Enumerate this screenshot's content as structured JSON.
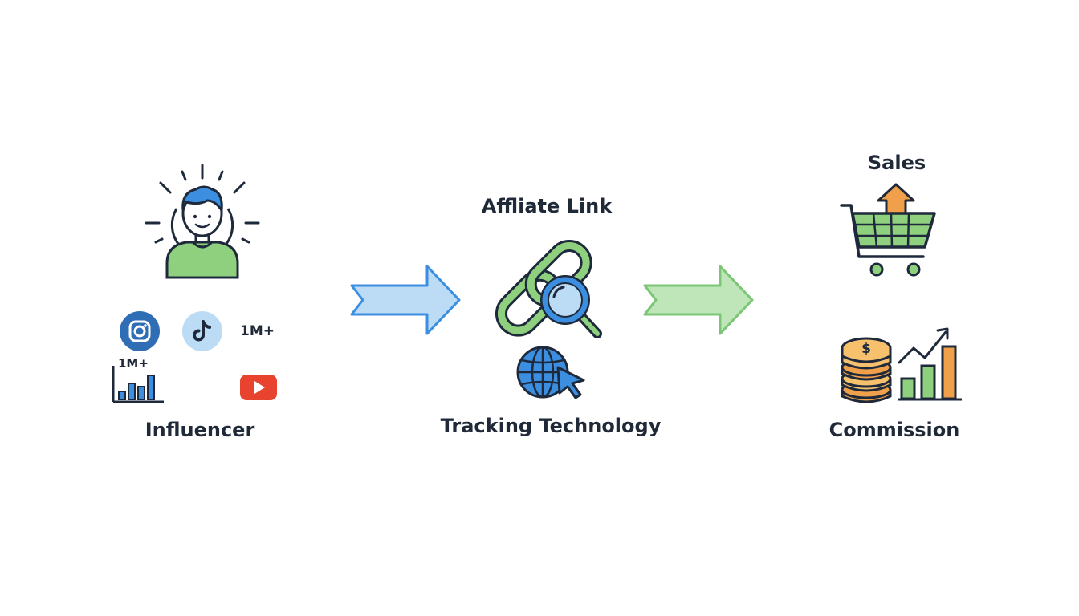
{
  "nodes": {
    "influencer": {
      "label": "Influencer",
      "follower_count_1": "1M+",
      "follower_count_2": "1M+"
    },
    "affiliate": {
      "link_label": "Affliate Link",
      "tracking_label": "Tracking Technology"
    },
    "results": {
      "sales_label": "Sales",
      "commission_label": "Commission"
    }
  },
  "icons": {
    "person": "person-icon",
    "instagram": "instagram-icon",
    "tiktok": "tiktok-icon",
    "youtube": "youtube-icon",
    "bar_chart": "bar-chart-icon",
    "chain_link": "chain-link-icon",
    "magnifier": "magnifier-icon",
    "globe_cursor": "globe-cursor-icon",
    "cart": "shopping-cart-icon",
    "coins": "coin-stack-icon",
    "growth_chart": "growth-chart-icon"
  },
  "colors": {
    "dark_stroke": "#1e2a3b",
    "blue": "#3b8ee0",
    "light_blue": "#bcdcf5",
    "green": "#7cc576",
    "light_green": "#bfe6b8",
    "orange": "#f0a04b",
    "instagram": "#2f6db5",
    "youtube": "#e8432f"
  }
}
